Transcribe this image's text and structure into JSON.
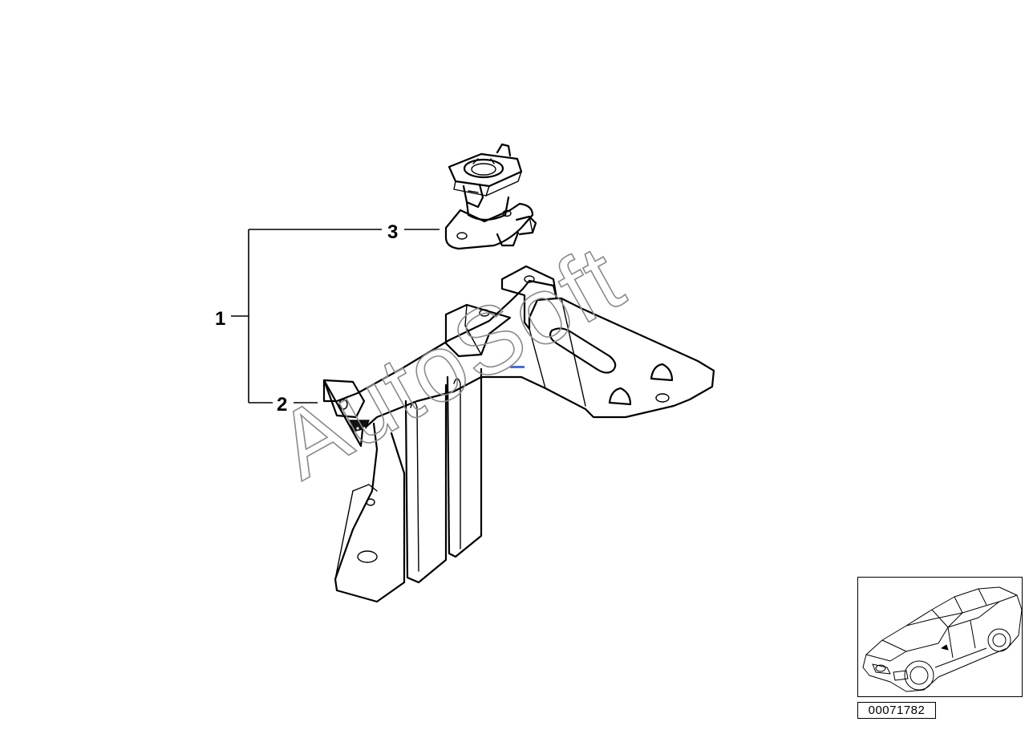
{
  "diagram": {
    "callouts": [
      {
        "id": "1",
        "label": "1"
      },
      {
        "id": "2",
        "label": "2"
      },
      {
        "id": "3",
        "label": "3"
      }
    ],
    "watermark": "AutoSoft",
    "diagram_number": "00071782",
    "thumbnail_icon": "car-sedan-icon",
    "colors": {
      "line": "#000000",
      "watermark": "#8a8a8a",
      "background": "#ffffff",
      "marker": "#4a6cd4"
    }
  }
}
